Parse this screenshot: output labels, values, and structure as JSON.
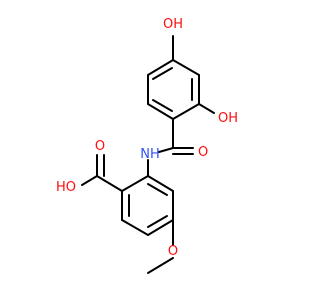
{
  "molecule": {
    "atoms": {
      "oh_top": "OH",
      "oh_ring_right": "OH",
      "amide_o": "O",
      "nh": "NH",
      "acid_o": "O",
      "acid_oh": "HO",
      "methoxy_o": "O"
    }
  },
  "colors": {
    "bond": "#000000",
    "oxygen": "#ff0d0d",
    "nitrogen": "#3050f8",
    "background": "#ffffff"
  }
}
